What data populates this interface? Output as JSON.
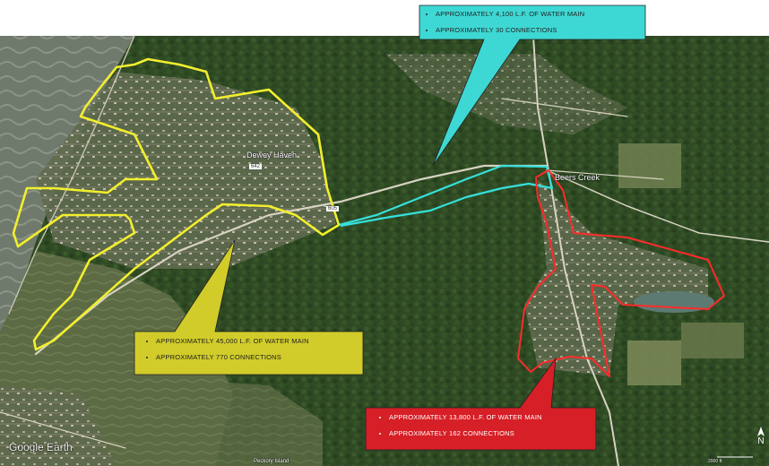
{
  "callouts": {
    "cyan": {
      "line1": "APPROXIMATELY 4,100 L.F. OF WATER MAIN",
      "line2": "APPROXIMATELY 30 CONNECTIONS",
      "color": "#3ed8d4"
    },
    "yellow": {
      "line1": "APPROXIMATELY 45,000 L.F. OF WATER MAIN",
      "line2": "APPROXIMATELY 770 CONNECTIONS",
      "color": "#d1cc2a"
    },
    "red": {
      "line1": "APPROXIMATELY 13,800 L.F. OF WATER MAIN",
      "line2": "APPROXIMATELY 162 CONNECTIONS",
      "color": "#d61f26"
    }
  },
  "map_labels": {
    "town": "Dewey Haven",
    "town_route": "642",
    "route_a": "605",
    "creek_town": "Beers Creek",
    "island": "Peckory Island",
    "watermark": "Google Earth",
    "scale": "2000 ft",
    "north": "N"
  }
}
